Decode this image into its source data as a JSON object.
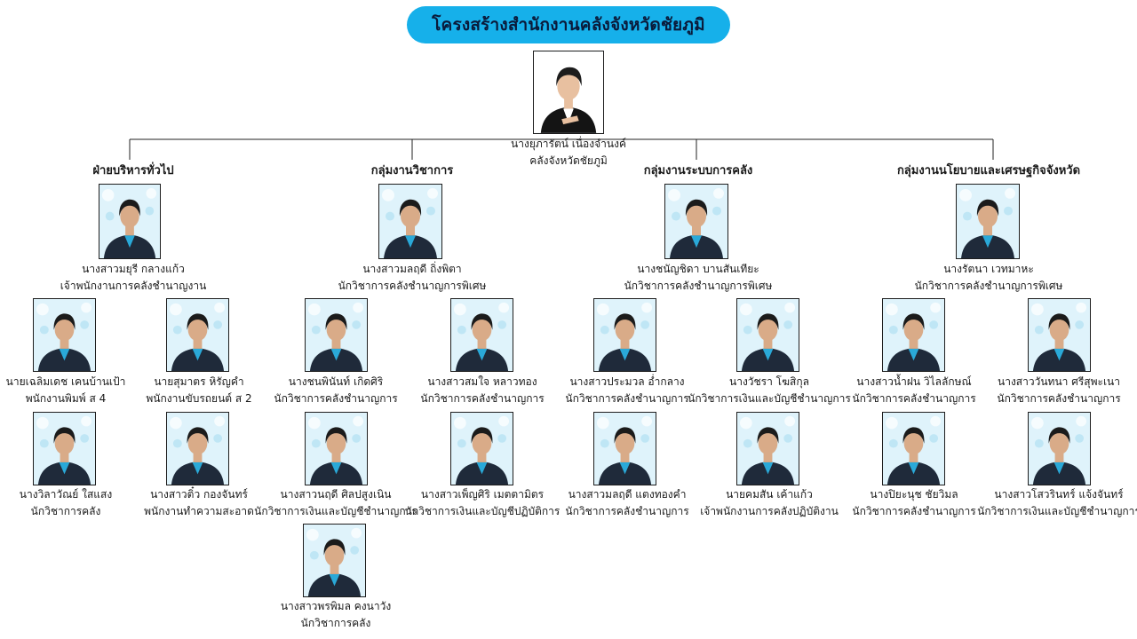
{
  "title": "โครงสร้างสำนักงานคลังจังหวัดชัยภูมิ",
  "colors": {
    "title_bg": "#16b0ea",
    "uniform": "#1f2a3a",
    "shirt": "#2aa9d8",
    "photo_bg": "#dff3fb"
  },
  "head": {
    "name": "นางยุภารัตน์ เนื่องจำนงค์",
    "position": "คลังจังหวัดชัยภูมิ"
  },
  "groups": [
    {
      "title": "ฝ่ายบริหารทั่วไป",
      "lead": {
        "name": "นางสาวมยุรี กลางแก้ว",
        "position": "เจ้าพนักงานการคลังชำนาญงาน"
      },
      "members": [
        {
          "name": "นายเฉลิมเดช เคนบ้านเป้า",
          "position": "พนักงานพิมพ์ ส 4"
        },
        {
          "name": "นายสุมาตร หิรัญคำ",
          "position": "พนักงานขับรถยนต์ ส 2"
        },
        {
          "name": "นางวิลาวัณย์ ใสแสง",
          "position": "นักวิชาการคลัง"
        },
        {
          "name": "นางสาวติ๋ว กองจันทร์",
          "position": "พนักงานทำความสะอาด"
        }
      ]
    },
    {
      "title": "กลุ่มงานวิชาการ",
      "lead": {
        "name": "นางสาวมลฤดี ถิ่งพิตา",
        "position": "นักวิชาการคลังชำนาญการพิเศษ"
      },
      "members": [
        {
          "name": "นางชนพินันท์ เกิดศิริ",
          "position": "นักวิชาการคลังชำนาญการ"
        },
        {
          "name": "นางสาวสมใจ หลาวทอง",
          "position": "นักวิชาการคลังชำนาญการ"
        },
        {
          "name": "นางสาวนฤดี ศิลปสูงเนิน",
          "position": "นักวิชาการเงินและบัญชีชำนาญการ"
        },
        {
          "name": "นางสาวเพ็ญศิริ เมตตามิตร",
          "position": "นักวิชาการเงินและบัญชีปฏิบัติการ"
        },
        {
          "name": "นางสาวพรพิมล คงนาวัง",
          "position": "นักวิชาการคลัง"
        }
      ]
    },
    {
      "title": "กลุ่มงานระบบการคลัง",
      "lead": {
        "name": "นางชนัญชิดา บานสันเทียะ",
        "position": "นักวิชาการคลังชำนาญการพิเศษ"
      },
      "members": [
        {
          "name": "นางสาวประมวล อ่ำกลาง",
          "position": "นักวิชาการคลังชำนาญการ"
        },
        {
          "name": "นางวัชรา โฆสิกุล",
          "position": "นักวิชาการเงินและบัญชีชำนาญการ"
        },
        {
          "name": "นางสาวมลฤดี แตงทองคำ",
          "position": "นักวิชาการคลังชำนาญการ"
        },
        {
          "name": "นายคมสัน เค้าแก้ว",
          "position": "เจ้าพนักงานการคลังปฏิบัติงาน"
        }
      ]
    },
    {
      "title": "กลุ่มงานนโยบายและเศรษฐกิจจังหวัด",
      "lead": {
        "name": "นางรัตนา เวทมาหะ",
        "position": "นักวิชาการคลังชำนาญการพิเศษ"
      },
      "members": [
        {
          "name": "นางสาวน้ำฝน วิไลลักษณ์",
          "position": "นักวิชาการคลังชำนาญการ"
        },
        {
          "name": "นางสาววันทนา ศรีสุพะเนา",
          "position": "นักวิชาการคลังชำนาญการ"
        },
        {
          "name": "นางปิยะนุช ชัยวิมล",
          "position": "นักวิชาการคลังชำนาญการ"
        },
        {
          "name": "นางสาวโสวรินทร์ แจ้งจันทร์",
          "position": "นักวิชาการเงินและบัญชีชำนาญการ"
        }
      ]
    }
  ]
}
